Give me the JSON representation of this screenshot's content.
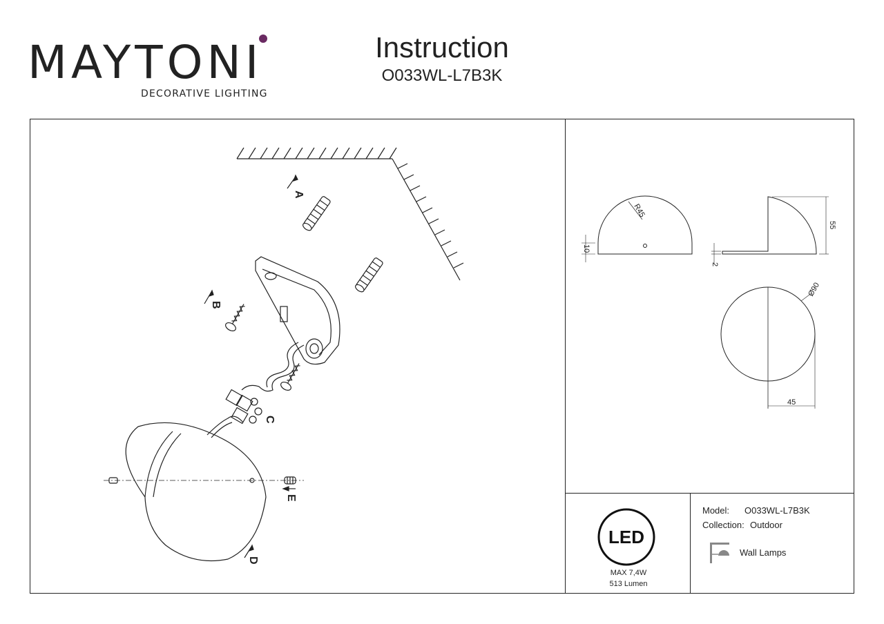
{
  "brand": {
    "name": "MAYTONI",
    "tagline": "DECORATIVE LIGHTING",
    "accent_color": "#6a2a62"
  },
  "header": {
    "title": "Instruction",
    "model": "O033WL-L7B3K"
  },
  "assembly": {
    "part_labels": [
      "A",
      "B",
      "C",
      "D",
      "E"
    ]
  },
  "dimensions": {
    "radius": "R45",
    "base_height": "10",
    "height": "55",
    "thickness": "2",
    "diameter": "Ø90",
    "half_width": "45"
  },
  "specs": {
    "model_label": "Model:",
    "model_value": "O033WL-L7B3K",
    "collection_label": "Collection:",
    "collection_value": "Outdoor",
    "type_value": "Wall Lamps",
    "type_icon": "wall-lamp-icon"
  },
  "led": {
    "badge": "LED",
    "power": "MAX 7,4W",
    "lumen": "513 Lumen"
  }
}
